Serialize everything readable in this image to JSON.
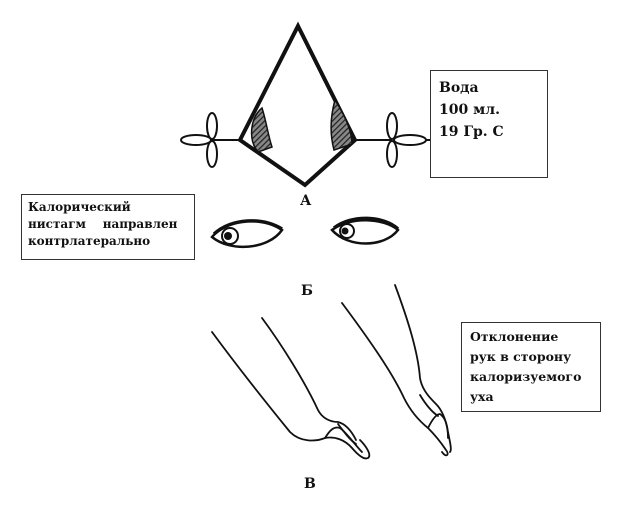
{
  "labels": {
    "a": "А",
    "b": "Б",
    "v": "В"
  },
  "water_box": {
    "line1": "Вода",
    "line2": "100 мл.",
    "line3": "19 Гр. С"
  },
  "nystagmus_box": {
    "line1": "Калорический",
    "line2": "нистагм    направлен",
    "line3": "контрлатерально"
  },
  "deviation_box": {
    "line1": "Отклонение",
    "line2": "рук в сторону",
    "line3": "калоризуемого",
    "line4": "уха"
  },
  "colors": {
    "ink": "#111111",
    "shading": "#444444"
  }
}
